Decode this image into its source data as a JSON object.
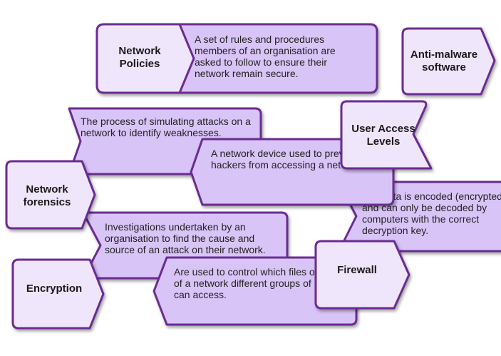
{
  "colors": {
    "stroke": "#6a2c91",
    "definition_fill": "#d9c4f7",
    "term_fill": "#f0e6fc"
  },
  "pairs": [
    {
      "term": "Network\nPolicies",
      "definition": "A set of rules and procedures members of an organisation are asked to follow to ensure their network remain secure."
    }
  ],
  "definitions": [
    {
      "text": "The process of simulating attacks on a network to identify weaknesses."
    },
    {
      "text": "A network device used to prevent hackers from accessing a network."
    },
    {
      "text": "The data is encoded (encrypted) and can only be decoded by computers with the correct decryption key."
    },
    {
      "text": "Investigations undertaken by an organisation to find the cause and source of an attack on their network."
    },
    {
      "text": "Are used to control which files or area of a network different groups of user can access."
    }
  ],
  "terms": [
    {
      "text": "Anti-malware\nsoftware"
    },
    {
      "text": "User Access\nLevels"
    },
    {
      "text": "Network\nforensics"
    },
    {
      "text": "Encryption"
    },
    {
      "text": "Firewall"
    }
  ]
}
